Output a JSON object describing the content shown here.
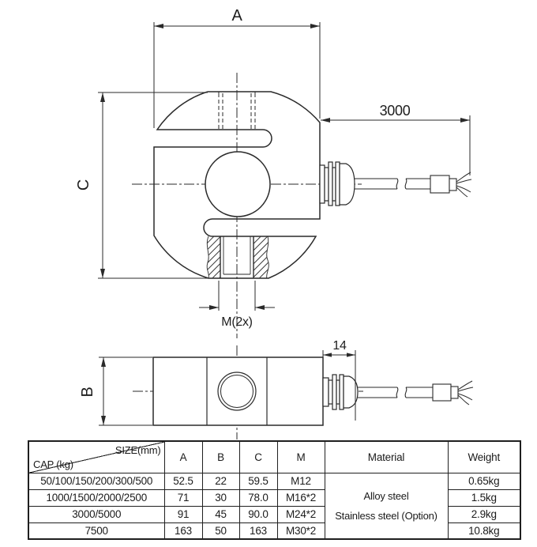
{
  "drawing": {
    "top_view": {
      "dim_a_label": "A",
      "dim_c_label": "C",
      "cable_length_label": "3000",
      "thread_label": "M(2x)"
    },
    "side_view": {
      "dim_b_label": "B",
      "gland_width_label": "14"
    }
  },
  "table": {
    "header": {
      "size_label": "SIZE(mm)",
      "cap_label": "CAP (kg)",
      "columns": [
        "A",
        "B",
        "C",
        "M",
        "Material",
        "Weight"
      ]
    },
    "rows": [
      {
        "cap": "50/100/150/200/300/500",
        "a": "52.5",
        "b": "22",
        "c": "59.5",
        "m": "M12",
        "weight": "0.65kg"
      },
      {
        "cap": "1000/1500/2000/2500",
        "a": "71",
        "b": "30",
        "c": "78.0",
        "m": "M16*2",
        "weight": "1.5kg"
      },
      {
        "cap": "3000/5000",
        "a": "91",
        "b": "45",
        "c": "90.0",
        "m": "M24*2",
        "weight": "2.9kg"
      },
      {
        "cap": "7500",
        "a": "163",
        "b": "50",
        "c": "163",
        "m": "M30*2",
        "weight": "10.8kg"
      }
    ],
    "material": {
      "line1": "Alloy steel",
      "line2": "Stainless steel (Option)"
    }
  },
  "colors": {
    "line": "#2a2a2a",
    "text": "#1d1d1d",
    "background": "#ffffff"
  }
}
